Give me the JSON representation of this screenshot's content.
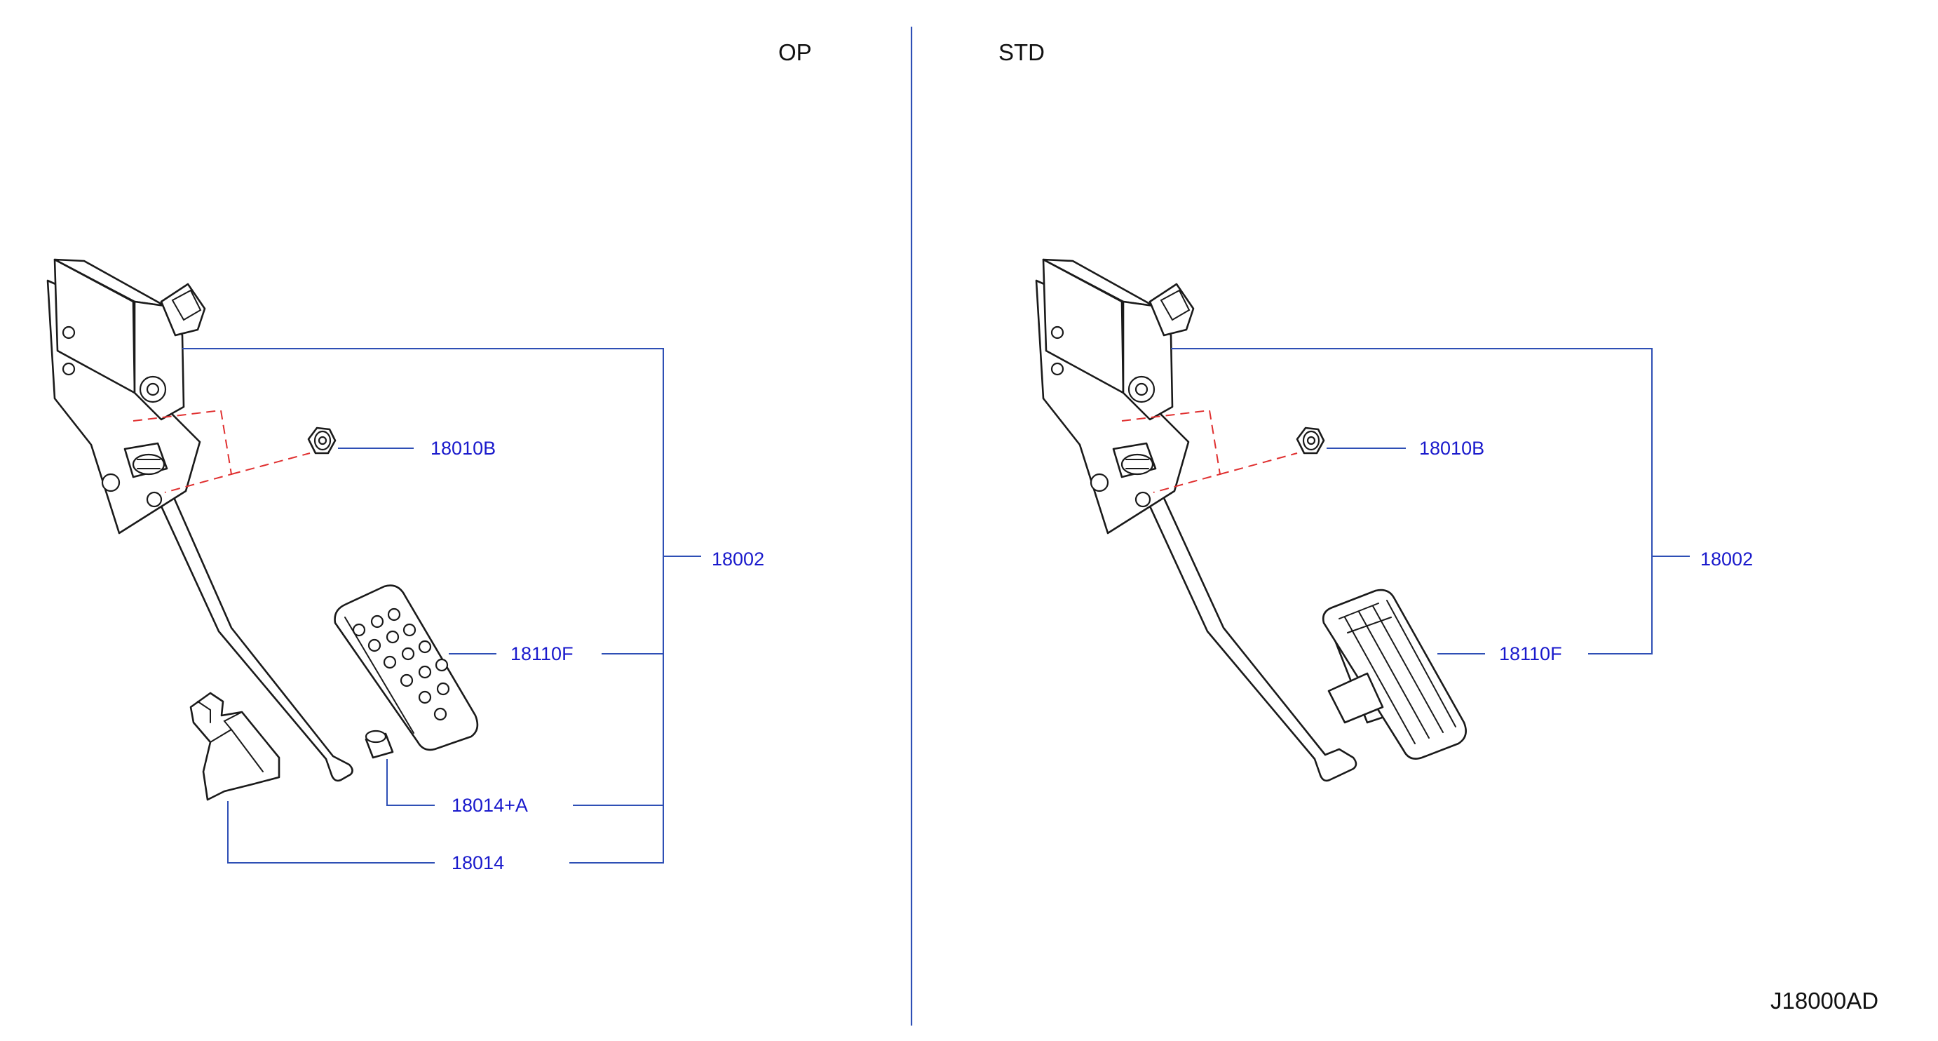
{
  "sections": {
    "left": "OP",
    "right": "STD"
  },
  "diagram_code": "J18000AD",
  "colors": {
    "leader": "#2e4fb5",
    "part_number_text": "#1a1acc",
    "dashed_indicator": "#e03030",
    "outline": "#1a1a1a"
  },
  "callouts": {
    "op": {
      "nut": "18010B",
      "assembly": "18002",
      "pad": "18110F",
      "stopper": "18014+A",
      "bracket": "18014"
    },
    "std": {
      "nut": "18010B",
      "assembly": "18002",
      "pad": "18110F"
    }
  }
}
